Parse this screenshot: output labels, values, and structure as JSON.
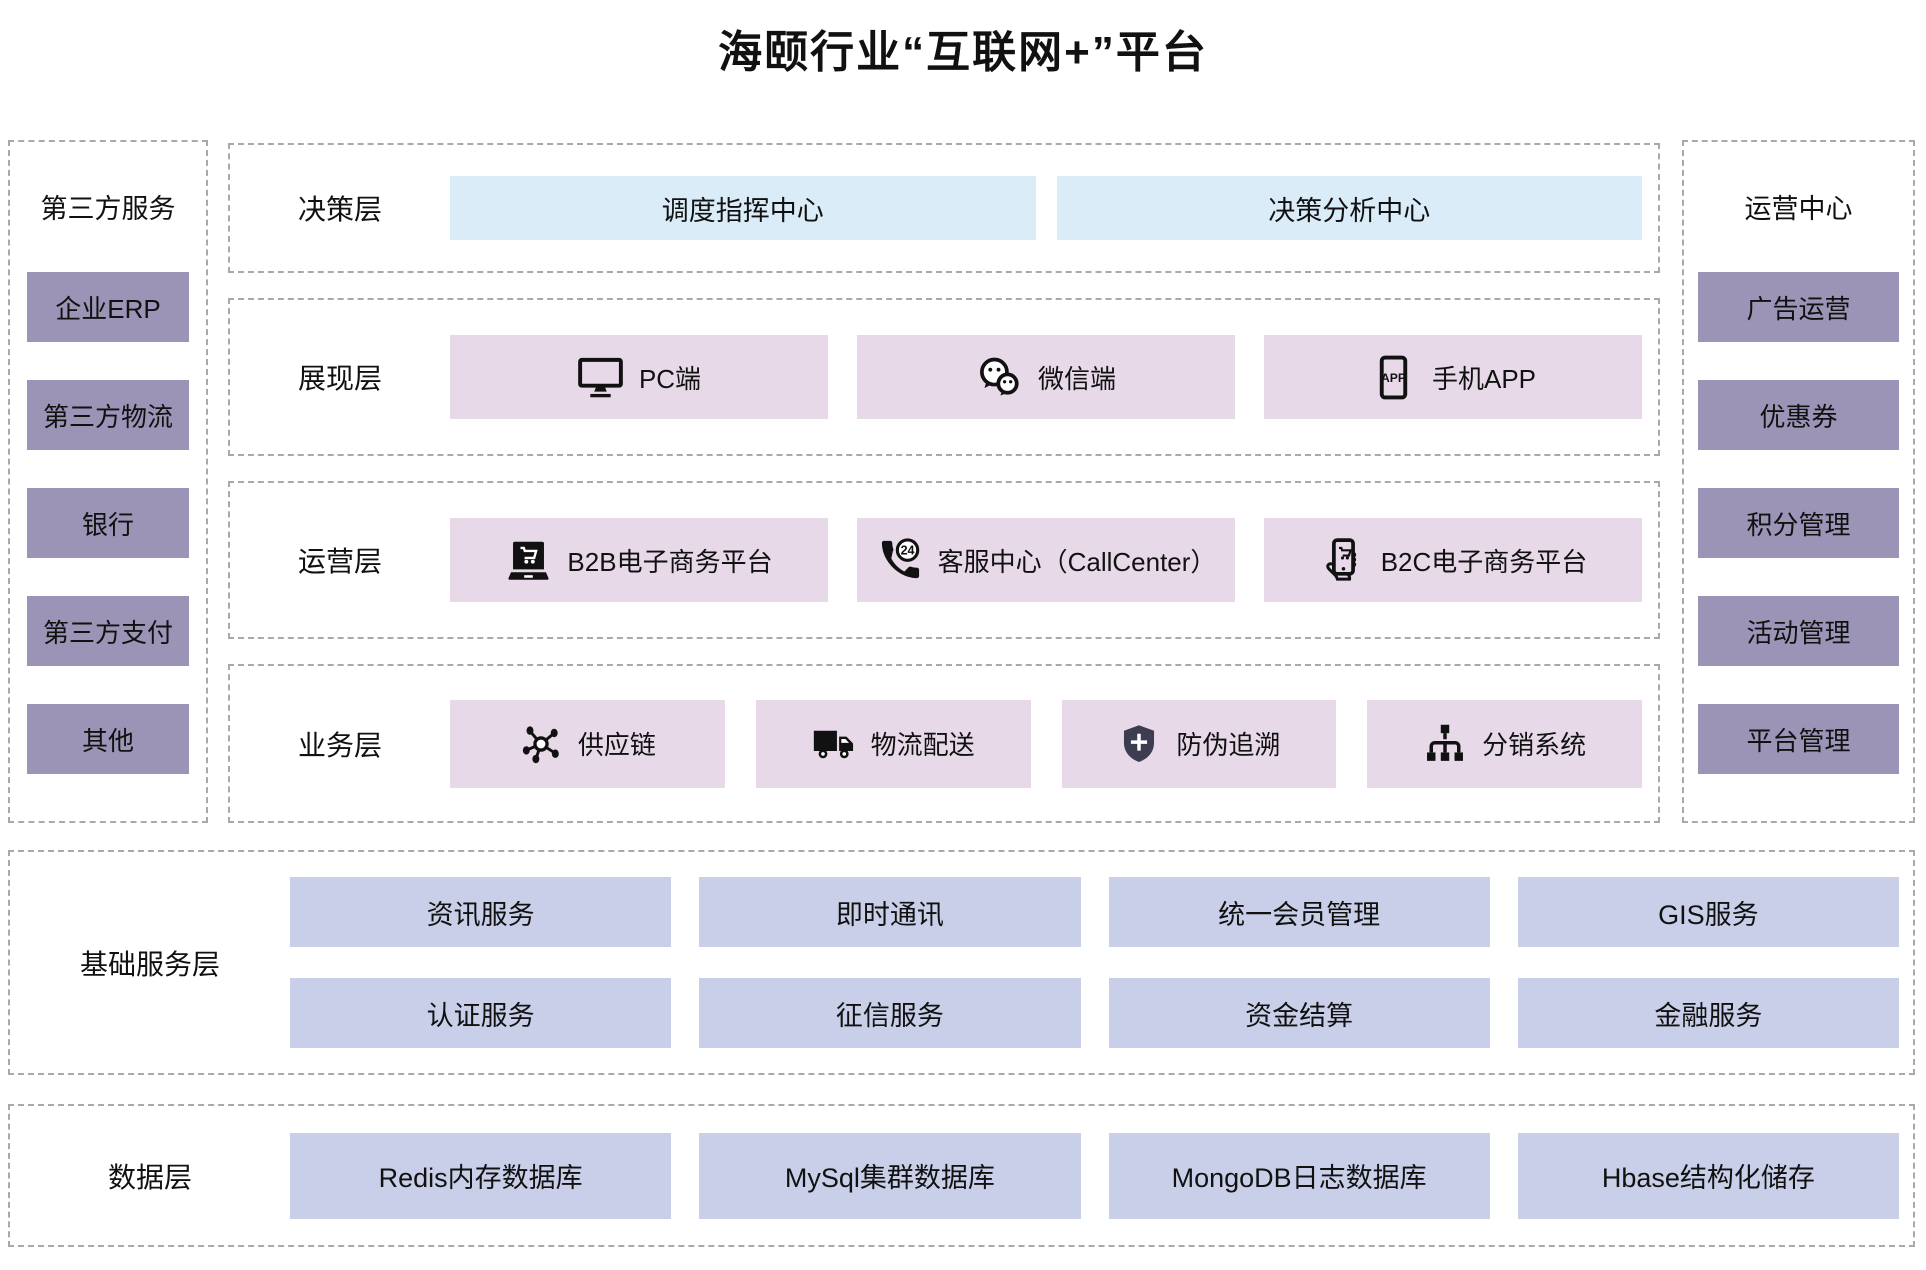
{
  "title": "海颐行业“互联网+”平台",
  "left_panel": {
    "title": "第三方服务",
    "items": [
      "企业ERP",
      "第三方物流",
      "银行",
      "第三方支付",
      "其他"
    ]
  },
  "right_panel": {
    "title": "运营中心",
    "items": [
      "广告运营",
      "优惠券",
      "积分管理",
      "活动管理",
      "平台管理"
    ]
  },
  "middle_rows": [
    {
      "label": "决策层",
      "boxes": [
        {
          "label": "调度指挥中心"
        },
        {
          "label": "决策分析中心"
        }
      ]
    },
    {
      "label": "展现层",
      "boxes": [
        {
          "label": "PC端",
          "icon": "monitor-icon"
        },
        {
          "label": "微信端",
          "icon": "wechat-icon"
        },
        {
          "label": "手机APP",
          "icon": "mobile-app-icon"
        }
      ]
    },
    {
      "label": "运营层",
      "boxes": [
        {
          "label": "B2B电子商务平台",
          "icon": "laptop-cart-icon"
        },
        {
          "label": "客服中心（CallCenter）",
          "icon": "phone-24-icon"
        },
        {
          "label": "B2C电子商务平台",
          "icon": "hand-phone-cart-icon"
        }
      ]
    },
    {
      "label": "业务层",
      "boxes": [
        {
          "label": "供应链",
          "icon": "network-hub-icon"
        },
        {
          "label": "物流配送",
          "icon": "truck-icon"
        },
        {
          "label": "防伪追溯",
          "icon": "shield-plus-icon"
        },
        {
          "label": "分销系统",
          "icon": "sitemap-icon"
        }
      ]
    }
  ],
  "base_layer": {
    "label": "基础服务层",
    "rows": [
      [
        "资讯服务",
        "即时通讯",
        "统一会员管理",
        "GIS服务"
      ],
      [
        "认证服务",
        "征信服务",
        "资金结算",
        "金融服务"
      ]
    ]
  },
  "data_layer": {
    "label": "数据层",
    "items": [
      "Redis内存数据库",
      "MySql集群数据库",
      "MongoDB日志数据库",
      "Hbase结构化储存"
    ]
  },
  "colors": {
    "purple_box": "#9b94b6",
    "blue_box": "#d9ecf8",
    "pink_box": "#e8d9e9",
    "periwinkle_box": "#c9cfe9",
    "dashed_border": "#a9a9a9",
    "text": "#111111",
    "background": "#ffffff"
  }
}
